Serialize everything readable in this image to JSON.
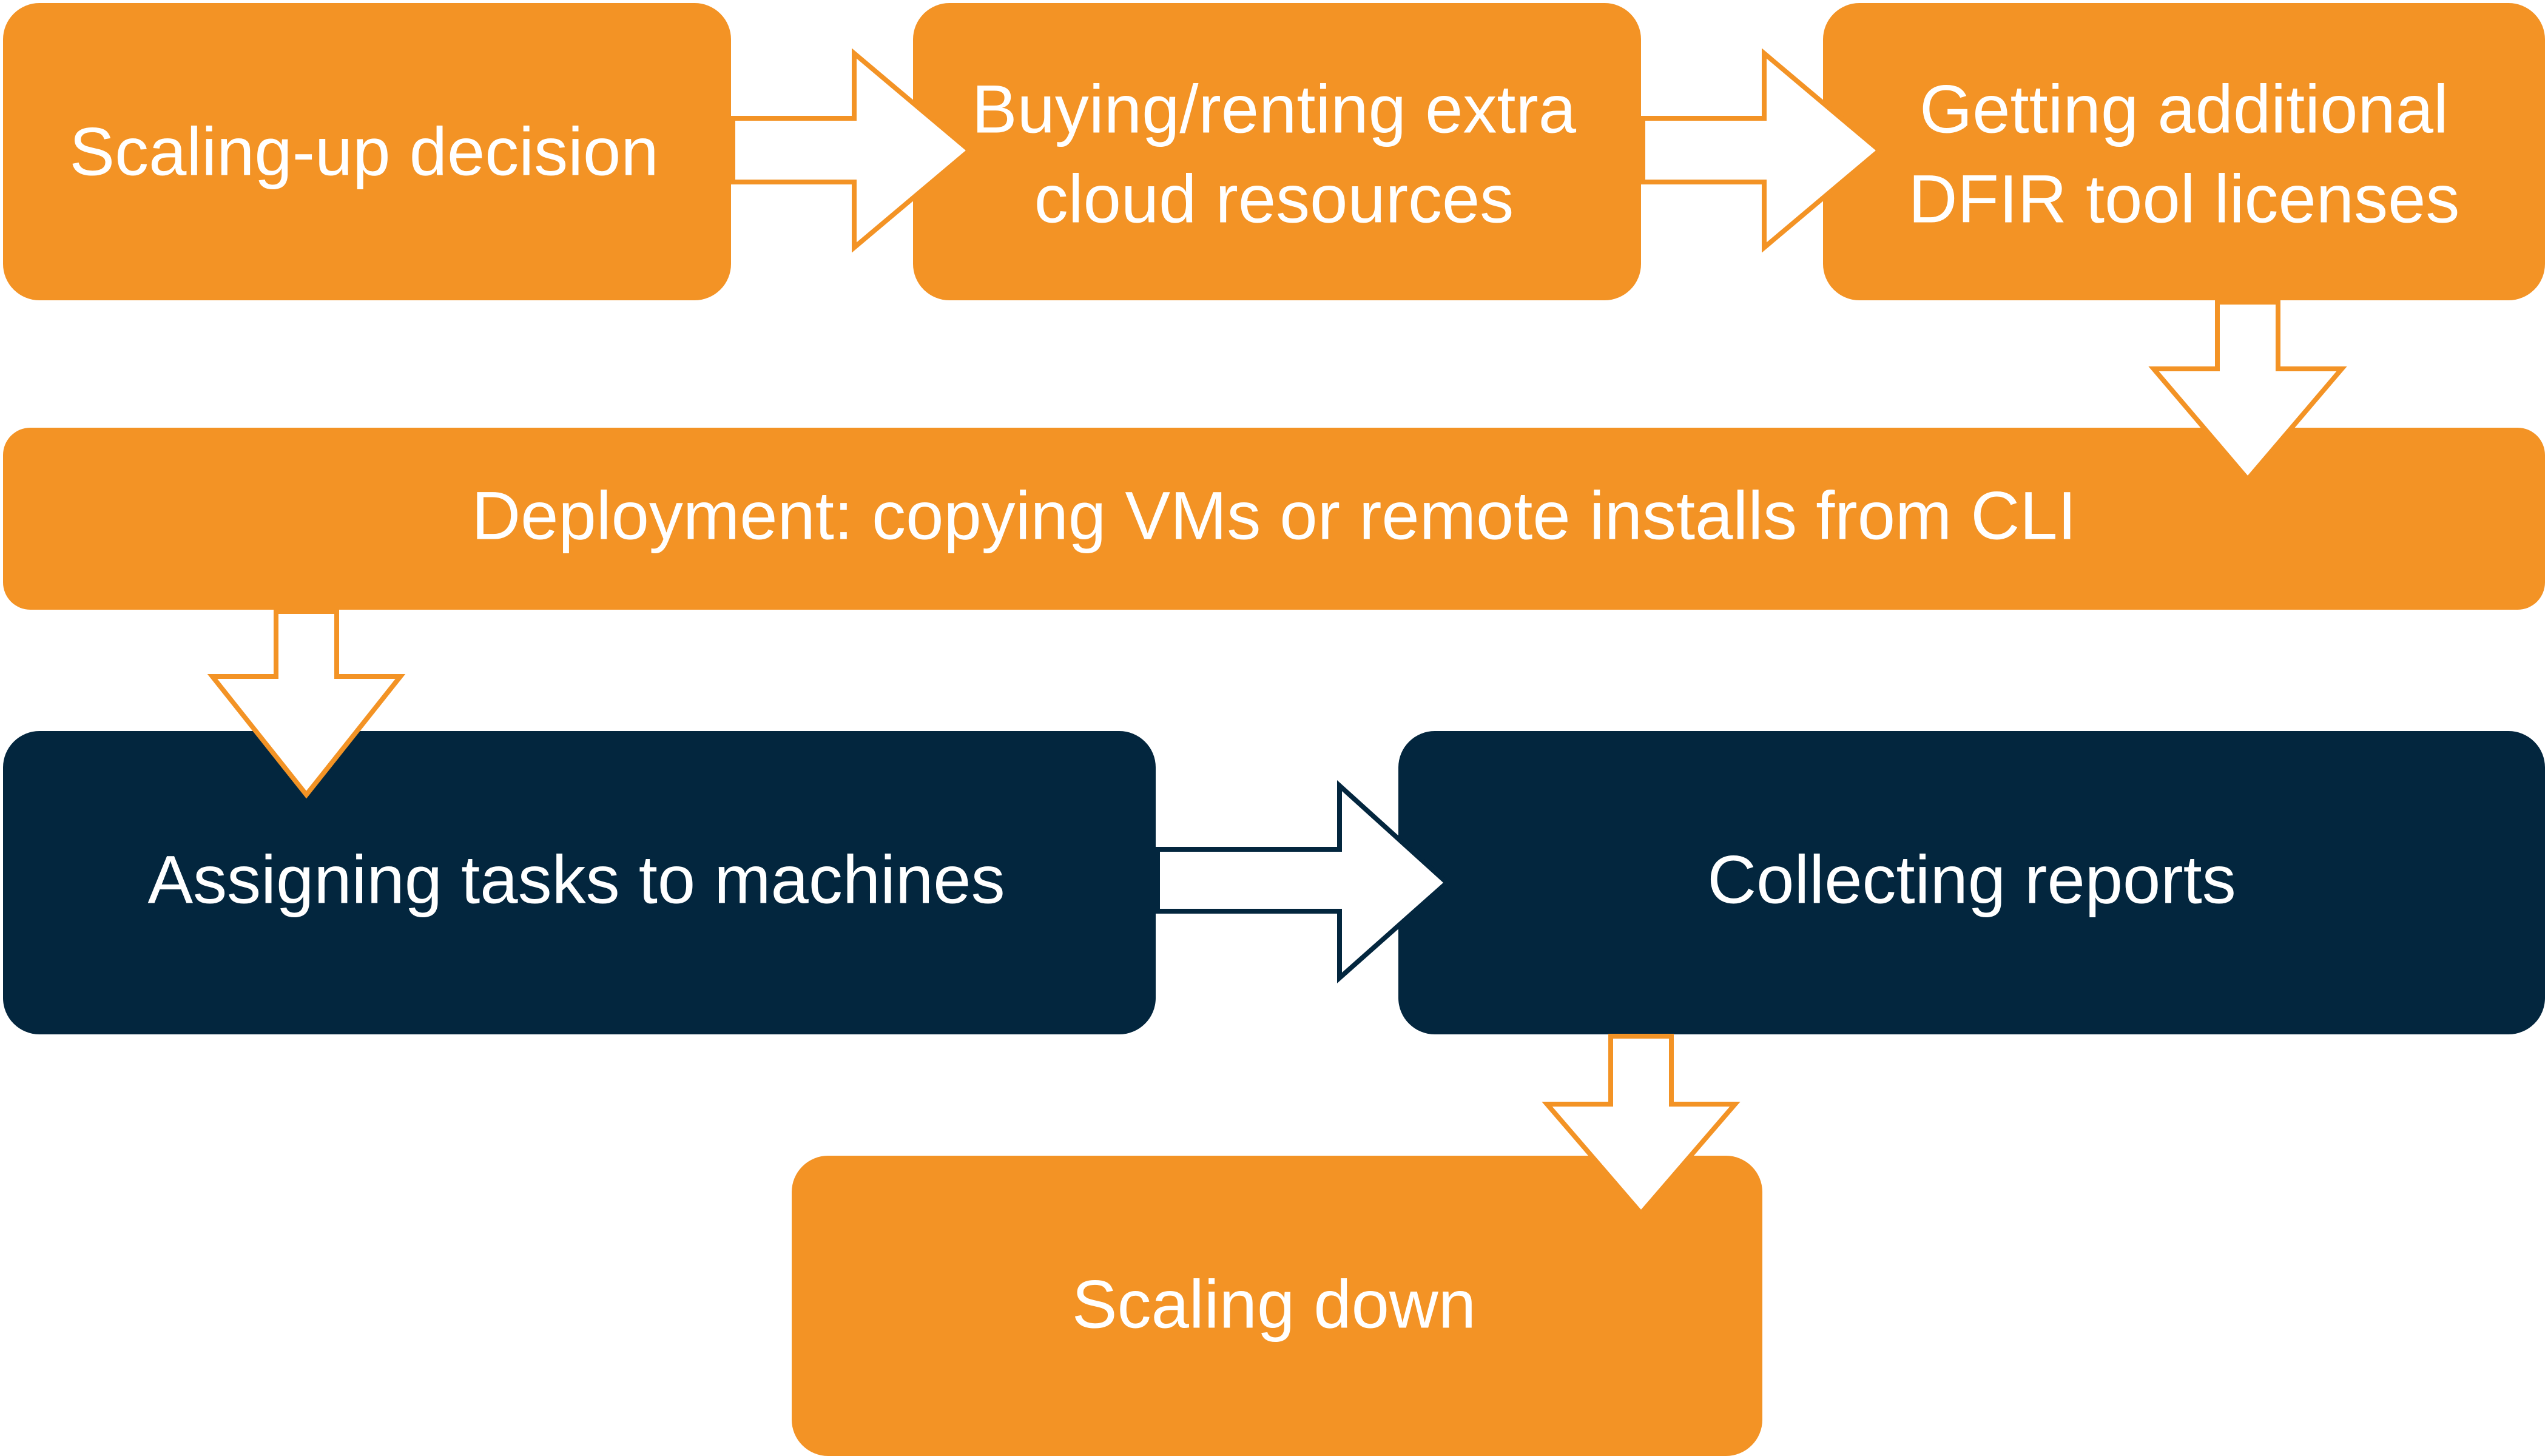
{
  "colors": {
    "orange": "#F39325",
    "navy": "#03263E",
    "text": "#FFFFFF",
    "arrow_fill": "#FFFFFF"
  },
  "nodes": {
    "scaling_up": {
      "lines": [
        "Scaling-up decision"
      ]
    },
    "buying": {
      "lines": [
        "Buying/renting extra",
        "cloud resources"
      ]
    },
    "licenses": {
      "lines": [
        "Getting additional",
        "DFIR tool licenses"
      ]
    },
    "deployment": {
      "lines": [
        "Deployment: copying VMs or remote installs from CLI"
      ]
    },
    "assigning": {
      "lines": [
        "Assigning tasks to machines"
      ]
    },
    "collecting": {
      "lines": [
        "Collecting reports"
      ]
    },
    "scaling_down": {
      "lines": [
        "Scaling down"
      ]
    }
  },
  "edges": [
    {
      "from": "scaling_up",
      "to": "buying"
    },
    {
      "from": "buying",
      "to": "licenses"
    },
    {
      "from": "licenses",
      "to": "deployment"
    },
    {
      "from": "deployment",
      "to": "assigning"
    },
    {
      "from": "assigning",
      "to": "collecting"
    },
    {
      "from": "collecting",
      "to": "scaling_down"
    }
  ]
}
